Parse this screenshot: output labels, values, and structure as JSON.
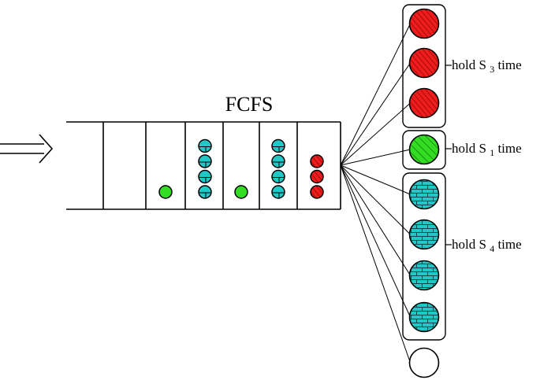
{
  "title": "FCFS",
  "colors": {
    "red": "#ee1c1c",
    "green": "#33dd22",
    "cyan": "#22c8c8",
    "white": "#ffffff",
    "stroke": "#000000"
  },
  "queue": {
    "arrow_icon": "double-right-arrow-icon",
    "slots": [
      {
        "balls": []
      },
      {
        "balls": [
          "green"
        ]
      },
      {
        "balls": [
          "cyan",
          "cyan",
          "cyan",
          "cyan"
        ]
      },
      {
        "balls": [
          "green"
        ]
      },
      {
        "balls": [
          "cyan",
          "cyan",
          "cyan",
          "cyan"
        ]
      },
      {
        "balls": [
          "red",
          "red",
          "red"
        ]
      }
    ]
  },
  "servers": {
    "groups": [
      {
        "name": "S3",
        "color": "red",
        "count": 3,
        "label": "hold S",
        "sub": "3",
        "suffix": "time"
      },
      {
        "name": "S1",
        "color": "green",
        "count": 1,
        "label": "hold S",
        "sub": "1",
        "suffix": "time"
      },
      {
        "name": "S4",
        "color": "cyan",
        "count": 4,
        "label": "hold S",
        "sub": "4",
        "suffix": "time"
      }
    ],
    "idle_count": 1
  }
}
